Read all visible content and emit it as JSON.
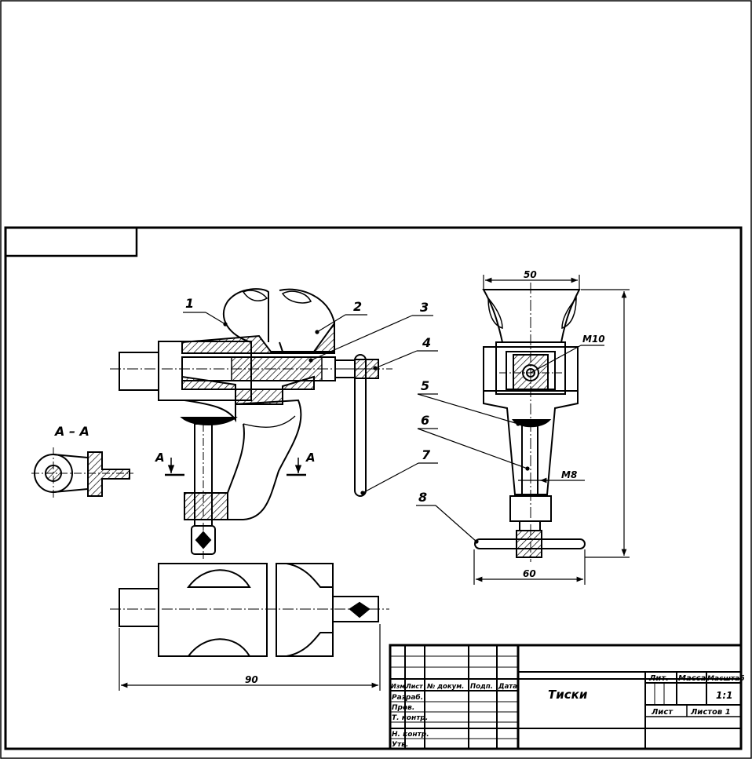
{
  "title_block": {
    "title": "Тиски",
    "scale": "1:1",
    "header_izm": "Изм.",
    "header_list": "Лист",
    "header_doc": "№ докум.",
    "header_sign": "Подп.",
    "header_date": "Дата",
    "row_razrab": "Разраб.",
    "row_prov": "Пров.",
    "row_tkontr": "Т. контр.",
    "row_nkontr": "Н. контр.",
    "row_utv": "Утв.",
    "lit": "Лит.",
    "massa": "Масса",
    "masshtab": "Масштаб",
    "list": "Лист",
    "listov": "Листов 1"
  },
  "parts": [
    "1",
    "2",
    "3",
    "4",
    "5",
    "6",
    "7",
    "8"
  ],
  "dimensions": {
    "width_top": "50",
    "thread_screw": "M10",
    "thread_clamp": "M8",
    "width_handle": "60",
    "length": "90"
  },
  "section": {
    "title": "А – А",
    "marker_left": "А",
    "marker_right": "А"
  }
}
